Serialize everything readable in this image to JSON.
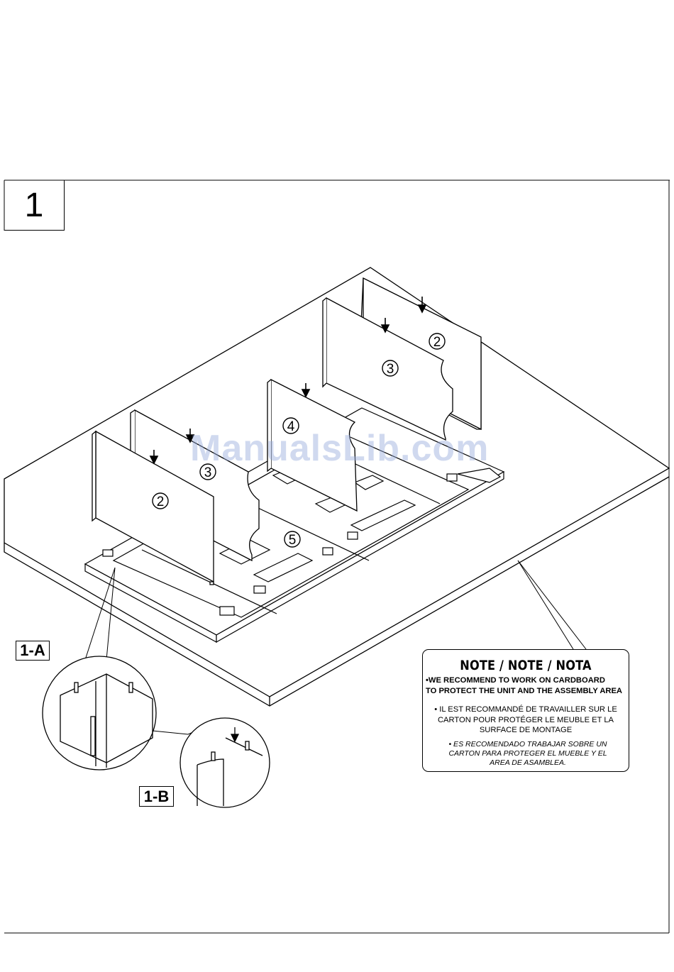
{
  "step": {
    "number": "1"
  },
  "parts": {
    "p2_right": "2",
    "p3_right": "3",
    "p4": "4",
    "p3_left": "3",
    "p2_left": "2",
    "p5": "5"
  },
  "details": {
    "label_a": "1-A",
    "label_b": "1-B"
  },
  "note": {
    "title": "NOTE / NOTE / NOTA",
    "en_line1": "•WE RECOMMEND TO WORK ON CARDBOARD",
    "en_line2": " TO PROTECT THE UNIT AND THE ASSEMBLY AREA",
    "fr_line1": "• IL EST RECOMMANDÉ DE TRAVAILLER SUR LE",
    "fr_line2": "CARTON POUR PROTÉGER LE MEUBLE ET LA",
    "fr_line3": "SURFACE DE MONTAGE",
    "es_line1": "•   ES RECOMENDADO TRABAJAR SOBRE UN",
    "es_line2": "CARTON PARA PROTEGER EL MUEBLE Y EL",
    "es_line3": "AREA DE ASAMBLEA."
  },
  "watermark": "ManualsLib.com"
}
